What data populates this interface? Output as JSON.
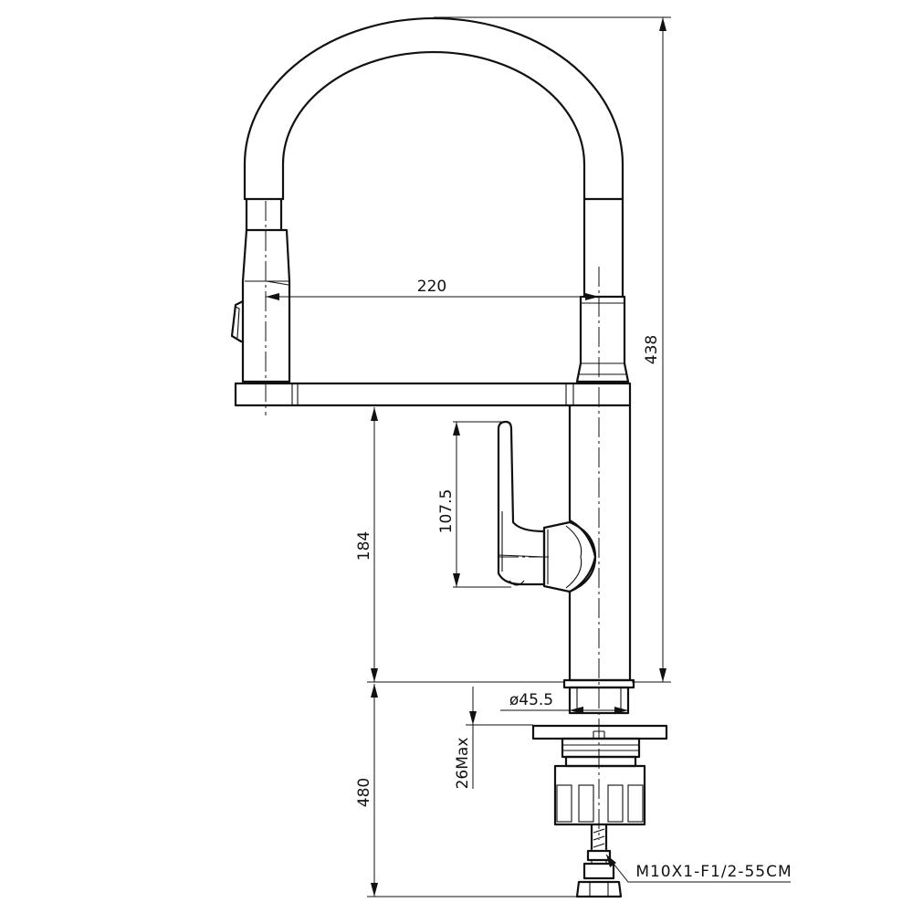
{
  "dimensions": {
    "spout_reach": "220",
    "total_height": "438",
    "spout_height": "184",
    "handle_height": "107.5",
    "base_diameter": "ø45.5",
    "deck_thickness": "26Max",
    "hose_length": "480",
    "hose_spec": "M10X1-F1/2-55CM"
  }
}
